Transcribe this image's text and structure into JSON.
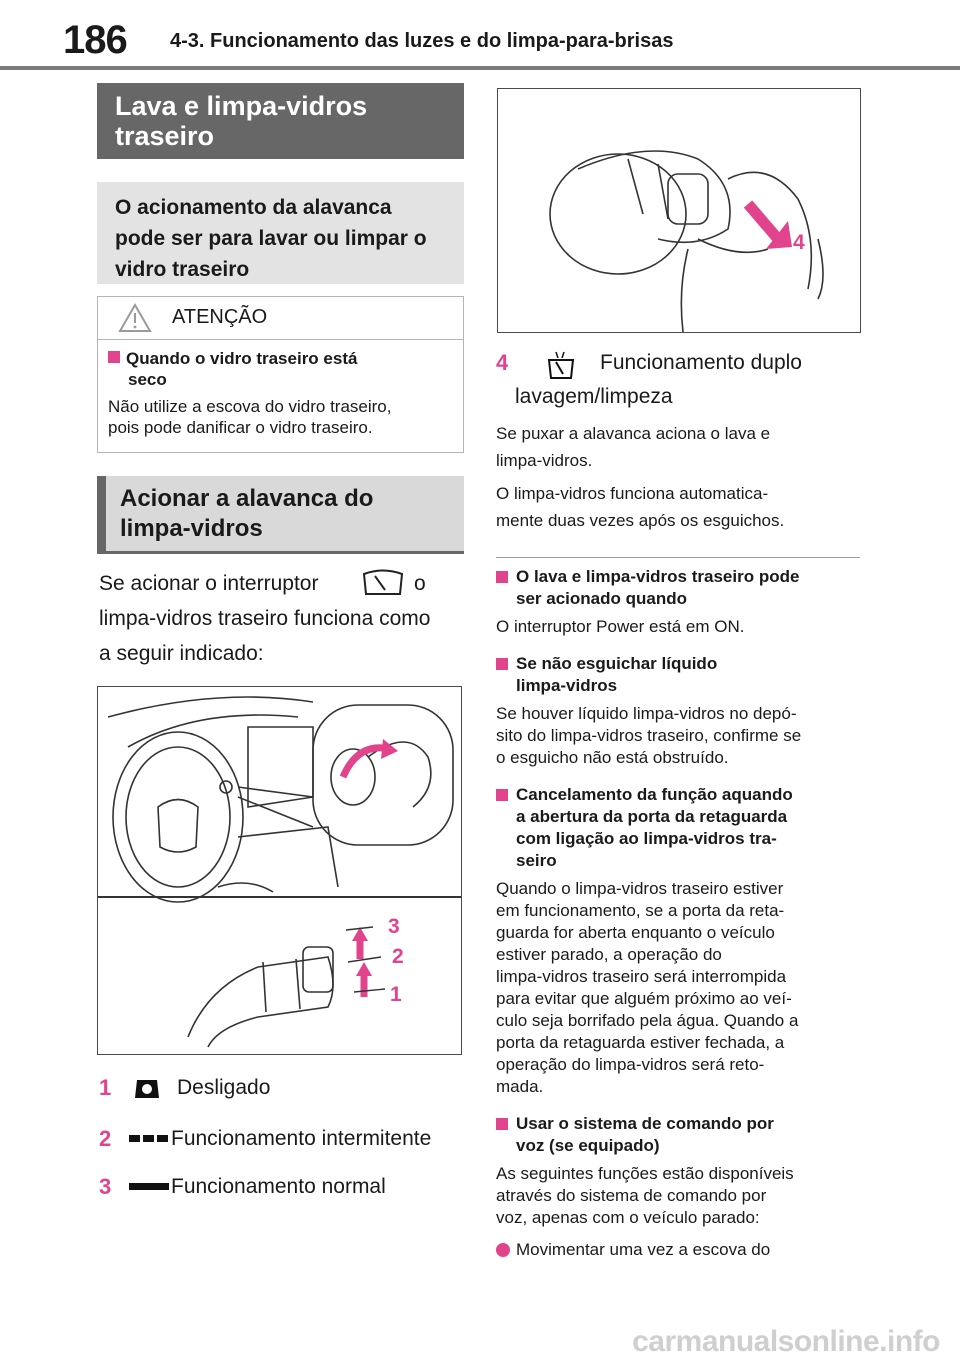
{
  "header": {
    "page_number": "186",
    "chapter": "4-3. Funcionamento das luzes e do limpa-para-brisas"
  },
  "left": {
    "section1_title_line1": "Lava e limpa-vidros",
    "section1_title_line2": "traseiro",
    "subhead_line1": "O acionamento da alavanca",
    "subhead_line2": "pode ser para lavar ou limpar o",
    "subhead_line3": "vidro traseiro",
    "caution": {
      "title": "ATENÇÃO",
      "heading_line1": "Quando o vidro traseiro está",
      "heading_line2": "seco",
      "text_line1": "Não utilize a escova do vidro traseiro,",
      "text_line2": "pois pode danificar o vidro traseiro."
    },
    "section2_title_line1": "Acionar a alavanca do",
    "section2_title_line2": "limpa-vidros",
    "intro_part1": "Se acionar o interruptor",
    "intro_part2": "o",
    "intro_line2": "limpa-vidros traseiro funciona como",
    "intro_line3": "a seguir indicado:",
    "figure_labels": [
      "3",
      "2",
      "1"
    ],
    "modes": [
      {
        "num": "1",
        "icon": "off-icon",
        "label": "Desligado"
      },
      {
        "num": "2",
        "icon": "intermittent-icon",
        "label": "Funcionamento intermitente"
      },
      {
        "num": "3",
        "icon": "normal-icon",
        "label": "Funcionamento normal"
      }
    ]
  },
  "right": {
    "figure_label": "4",
    "mode4_num": "4",
    "mode4_line1": "Funcionamento duplo",
    "mode4_line2": "lavagem/limpeza",
    "p1_line1": "Se puxar a alavanca aciona o lava e",
    "p1_line2": "limpa-vidros.",
    "p2_line1": "O limpa-vidros funciona automatica-",
    "p2_line2": "mente duas vezes após os esguichos.",
    "notes": [
      {
        "head": [
          "O lava e limpa-vidros traseiro pode",
          "ser acionado quando"
        ],
        "body": [
          "O interruptor Power está em ON."
        ]
      },
      {
        "head": [
          "Se não esguichar líquido",
          "limpa-vidros"
        ],
        "body": [
          "Se houver líquido limpa-vidros no depó-",
          "sito do limpa-vidros traseiro, confirme se",
          "o esguicho não está obstruído."
        ]
      },
      {
        "head": [
          "Cancelamento da função aquando",
          "a abertura da porta da retaguarda",
          "com ligação ao limpa-vidros tra-",
          "seiro"
        ],
        "body": [
          "Quando o limpa-vidros traseiro estiver",
          "em funcionamento, se a porta da reta-",
          "guarda for aberta enquanto o veículo",
          "estiver parado, a operação do",
          "limpa-vidros traseiro será interrompida",
          "para evitar que alguém próximo ao veí-",
          "culo seja borrifado pela água. Quando a",
          "porta da retaguarda estiver fechada, a",
          "operação do limpa-vidros será reto-",
          "mada."
        ]
      },
      {
        "head": [
          "Usar o sistema de comando por",
          "voz (se equipado)"
        ],
        "body": [
          "As seguintes funções estão disponíveis",
          "através do sistema de comando por",
          "voz, apenas com o veículo parado:"
        ]
      }
    ],
    "bullet": "Movimentar uma vez a escova do"
  },
  "watermark": "carmanualsonline.info"
}
